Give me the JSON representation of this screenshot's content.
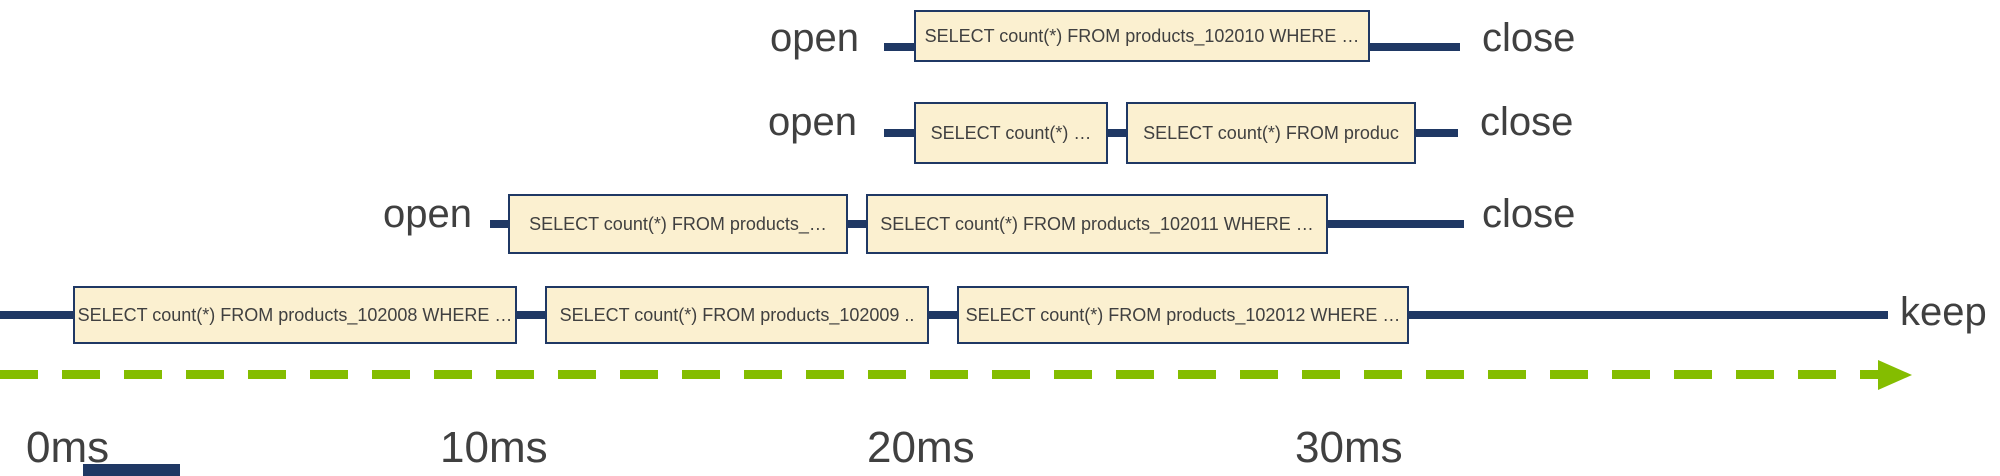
{
  "colors": {
    "navy": "#1F3864",
    "box_fill": "#FBF0D0",
    "box_border": "#1F3864",
    "green": "#84BD00",
    "text": "#404040"
  },
  "rows": [
    {
      "open": "open",
      "close": "close",
      "queries": [
        "SELECT count(*) FROM products_102010 WHERE …"
      ]
    },
    {
      "open": "open",
      "close": "close",
      "queries": [
        "SELECT count(*) …",
        "SELECT count(*) FROM produc"
      ]
    },
    {
      "open": "open",
      "close": "close",
      "queries": [
        "SELECT count(*) FROM products_…",
        "SELECT count(*) FROM products_102011 WHERE …"
      ]
    },
    {
      "keep": "keep",
      "queries": [
        "SELECT count(*) FROM products_102008 WHERE …",
        "SELECT count(*) FROM products_102009 ..",
        "SELECT count(*) FROM products_102012 WHERE …"
      ]
    }
  ],
  "axis": {
    "ticks": [
      "0ms",
      "10ms",
      "20ms",
      "30ms"
    ]
  }
}
